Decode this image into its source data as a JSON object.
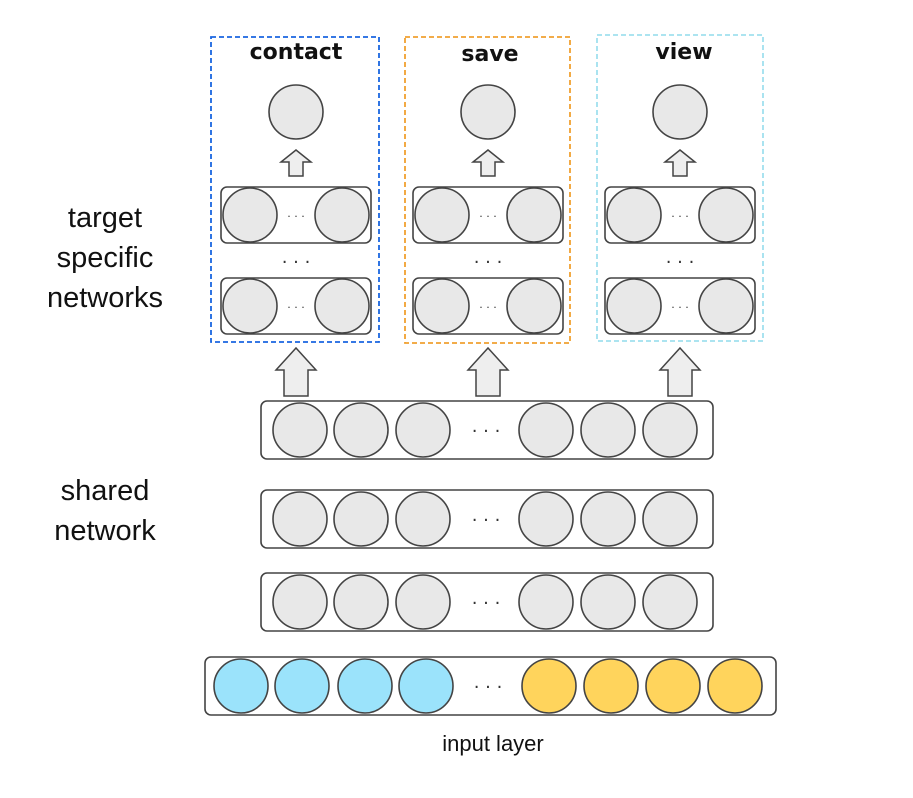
{
  "labels": {
    "target_specific": "target\nspecific\nnetworks",
    "shared": "shared\nnetwork",
    "input": "input layer"
  },
  "heads": [
    {
      "name": "contact",
      "border_color": "#1a66e0"
    },
    {
      "name": "save",
      "border_color": "#f0a030"
    },
    {
      "name": "view",
      "border_color": "#a0e0ee"
    }
  ],
  "ellipsis": "· · ·",
  "small_ellipsis": "· · ·",
  "colors": {
    "neuron_fill": "#e8e8e8",
    "neuron_stroke": "#444444",
    "input_blue": "#9be3fb",
    "input_yellow": "#ffd45c",
    "layer_border": "#444444",
    "arrow_fill": "#eeeeee"
  }
}
